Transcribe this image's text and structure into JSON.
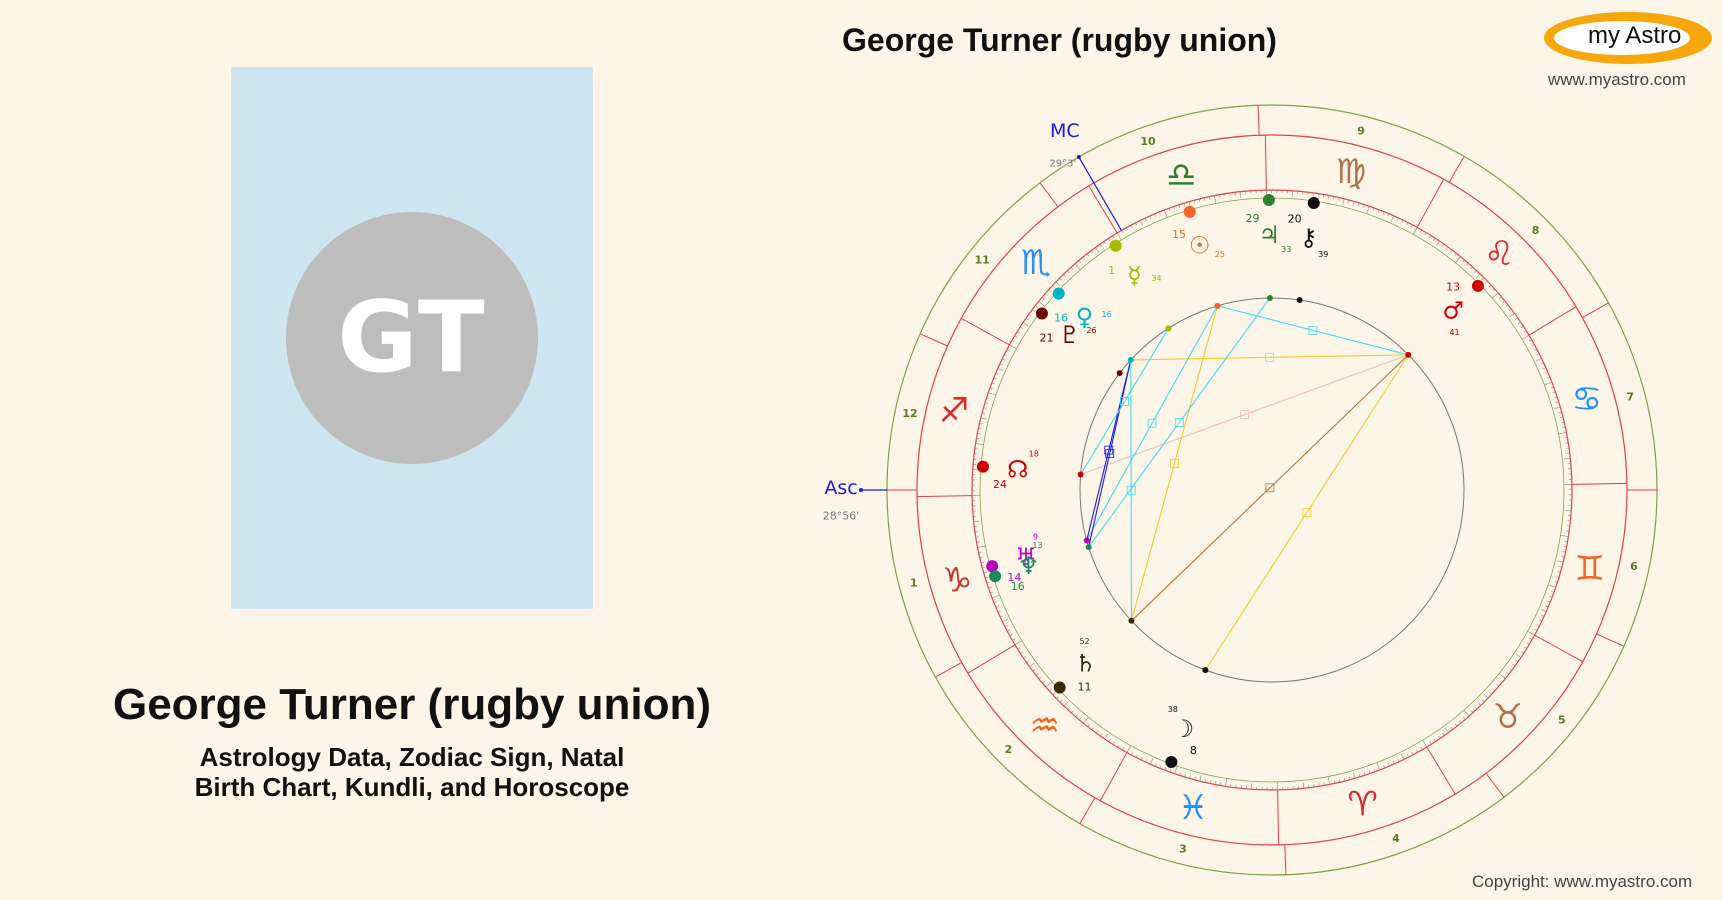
{
  "photo": {
    "initials": "GT",
    "background": "#cfe5ef",
    "avatar_color": "#bdbdbd"
  },
  "left_title": "George Turner (rugby union)",
  "left_subtitle_line1": "Astrology Data, Zodiac Sign, Natal",
  "left_subtitle_line2": "Birth Chart, Kundli, and Horoscope",
  "chart_title": "George Turner (rugby union)",
  "brand": {
    "logo_text": "my Astro",
    "site": "www.myastro.com",
    "copyright": "Copyright: www.myastro.com",
    "accent": "#f7a70b"
  },
  "wheel": {
    "asc_label": "Asc",
    "asc_degree": "28°56'",
    "mc_label": "MC",
    "mc_degree": "29°3'",
    "ascendant_longitude": 268.93,
    "mc_longitude": 209.05,
    "houses": [
      {
        "number": "1",
        "longitude": 268.93
      },
      {
        "number": "2",
        "longitude": 298
      },
      {
        "number": "3",
        "longitude": 329
      },
      {
        "number": "4",
        "longitude": 1
      },
      {
        "number": "5",
        "longitude": 36
      },
      {
        "number": "6",
        "longitude": 65
      },
      {
        "number": "7",
        "longitude": 88.93
      },
      {
        "number": "8",
        "longitude": 118
      },
      {
        "number": "9",
        "longitude": 149
      },
      {
        "number": "10",
        "longitude": 181
      },
      {
        "number": "11",
        "longitude": 216
      },
      {
        "number": "12",
        "longitude": 245
      }
    ],
    "signs": [
      {
        "name": "aries-icon",
        "glyph": "♈",
        "color": "#e02828"
      },
      {
        "name": "taurus-icon",
        "glyph": "♉",
        "color": "#b0714a"
      },
      {
        "name": "gemini-icon",
        "glyph": "♊",
        "color": "#f26522"
      },
      {
        "name": "cancer-icon",
        "glyph": "♋",
        "color": "#1e90ff"
      },
      {
        "name": "leo-icon",
        "glyph": "♌",
        "color": "#e02828"
      },
      {
        "name": "virgo-icon",
        "glyph": "♍",
        "color": "#b0714a"
      },
      {
        "name": "libra-icon",
        "glyph": "♎",
        "color": "#2e7d32"
      },
      {
        "name": "scorpio-icon",
        "glyph": "♏",
        "color": "#1e90ff"
      },
      {
        "name": "sagittarius-icon",
        "glyph": "♐",
        "color": "#e02828"
      },
      {
        "name": "capricorn-icon",
        "glyph": "♑",
        "color": "#c0392b"
      },
      {
        "name": "aquarius-icon",
        "glyph": "♒",
        "color": "#f26522"
      },
      {
        "name": "pisces-icon",
        "glyph": "♓",
        "color": "#1e90ff"
      }
    ],
    "planets": [
      {
        "name": "sun-icon",
        "glyph": "☉",
        "longitude": 195.42,
        "deg": "15",
        "min": "25",
        "color": "#f26522"
      },
      {
        "name": "moon-icon",
        "glyph": "☽",
        "longitude": 338.63,
        "deg": "8",
        "min": "38",
        "color": "#111111"
      },
      {
        "name": "mercury-icon",
        "glyph": "☿",
        "longitude": 211.57,
        "deg": "1",
        "min": "34",
        "color": "#a8b800"
      },
      {
        "name": "venus-icon",
        "glyph": "♀",
        "longitude": 226.27,
        "deg": "16",
        "min": "16",
        "color": "#00b3c6"
      },
      {
        "name": "mars-icon",
        "glyph": "♂",
        "longitude": 133.68,
        "deg": "13",
        "min": "41",
        "color": "#cc0000"
      },
      {
        "name": "jupiter-icon",
        "glyph": "♃",
        "longitude": 179.55,
        "deg": "29",
        "min": "33",
        "color": "#2e7d32"
      },
      {
        "name": "saturn-icon",
        "glyph": "♄",
        "longitude": 311.87,
        "deg": "11",
        "min": "52",
        "color": "#3b2a10"
      },
      {
        "name": "uranus-icon",
        "glyph": "♅",
        "longitude": 284.15,
        "deg": "14",
        "min": "9",
        "color": "#c000c0"
      },
      {
        "name": "neptune-icon",
        "glyph": "♆",
        "longitude": 286.22,
        "deg": "16",
        "min": "13",
        "color": "#1a8a5a"
      },
      {
        "name": "pluto-icon",
        "glyph": "♇",
        "longitude": 231.43,
        "deg": "21",
        "min": "26",
        "color": "#6b0000"
      },
      {
        "name": "node-icon",
        "glyph": "☊",
        "longitude": 264.3,
        "deg": "24",
        "min": "18",
        "color": "#cc0000"
      },
      {
        "name": "chiron-icon",
        "glyph": "⚷",
        "longitude": 170.65,
        "deg": "20",
        "min": "39",
        "color": "#111111"
      }
    ],
    "aspects": [
      {
        "a": 0,
        "b": 4,
        "type": "square",
        "color": "#3fdcf0"
      },
      {
        "a": 3,
        "b": 4,
        "type": "trine",
        "color": "#f2cc2a"
      },
      {
        "a": 4,
        "b": 6,
        "type": "sextile",
        "color": "#b8743a"
      },
      {
        "a": 4,
        "b": 10,
        "type": "opposition",
        "color": "#f4b8b8"
      },
      {
        "a": 0,
        "b": 6,
        "type": "trine",
        "color": "#f2cc2a"
      },
      {
        "a": 1,
        "b": 4,
        "type": "trine",
        "color": "#f2cc2a"
      },
      {
        "a": 0,
        "b": 7,
        "type": "square",
        "color": "#3fdcf0"
      },
      {
        "a": 5,
        "b": 8,
        "type": "square",
        "color": "#3fdcf0"
      },
      {
        "a": 3,
        "b": 7,
        "type": "conjunction",
        "color": "#1a1ad9"
      },
      {
        "a": 3,
        "b": 8,
        "type": "conjunction",
        "color": "#1a1ad9"
      },
      {
        "a": 2,
        "b": 10,
        "type": "square",
        "color": "#3fdcf0"
      },
      {
        "a": 3,
        "b": 6,
        "type": "square",
        "color": "#3fdcf0"
      }
    ],
    "ring_colors": {
      "zodiac_border": "#7da24c",
      "house_line": "#e0404a",
      "inner_circle": "#777777"
    }
  }
}
